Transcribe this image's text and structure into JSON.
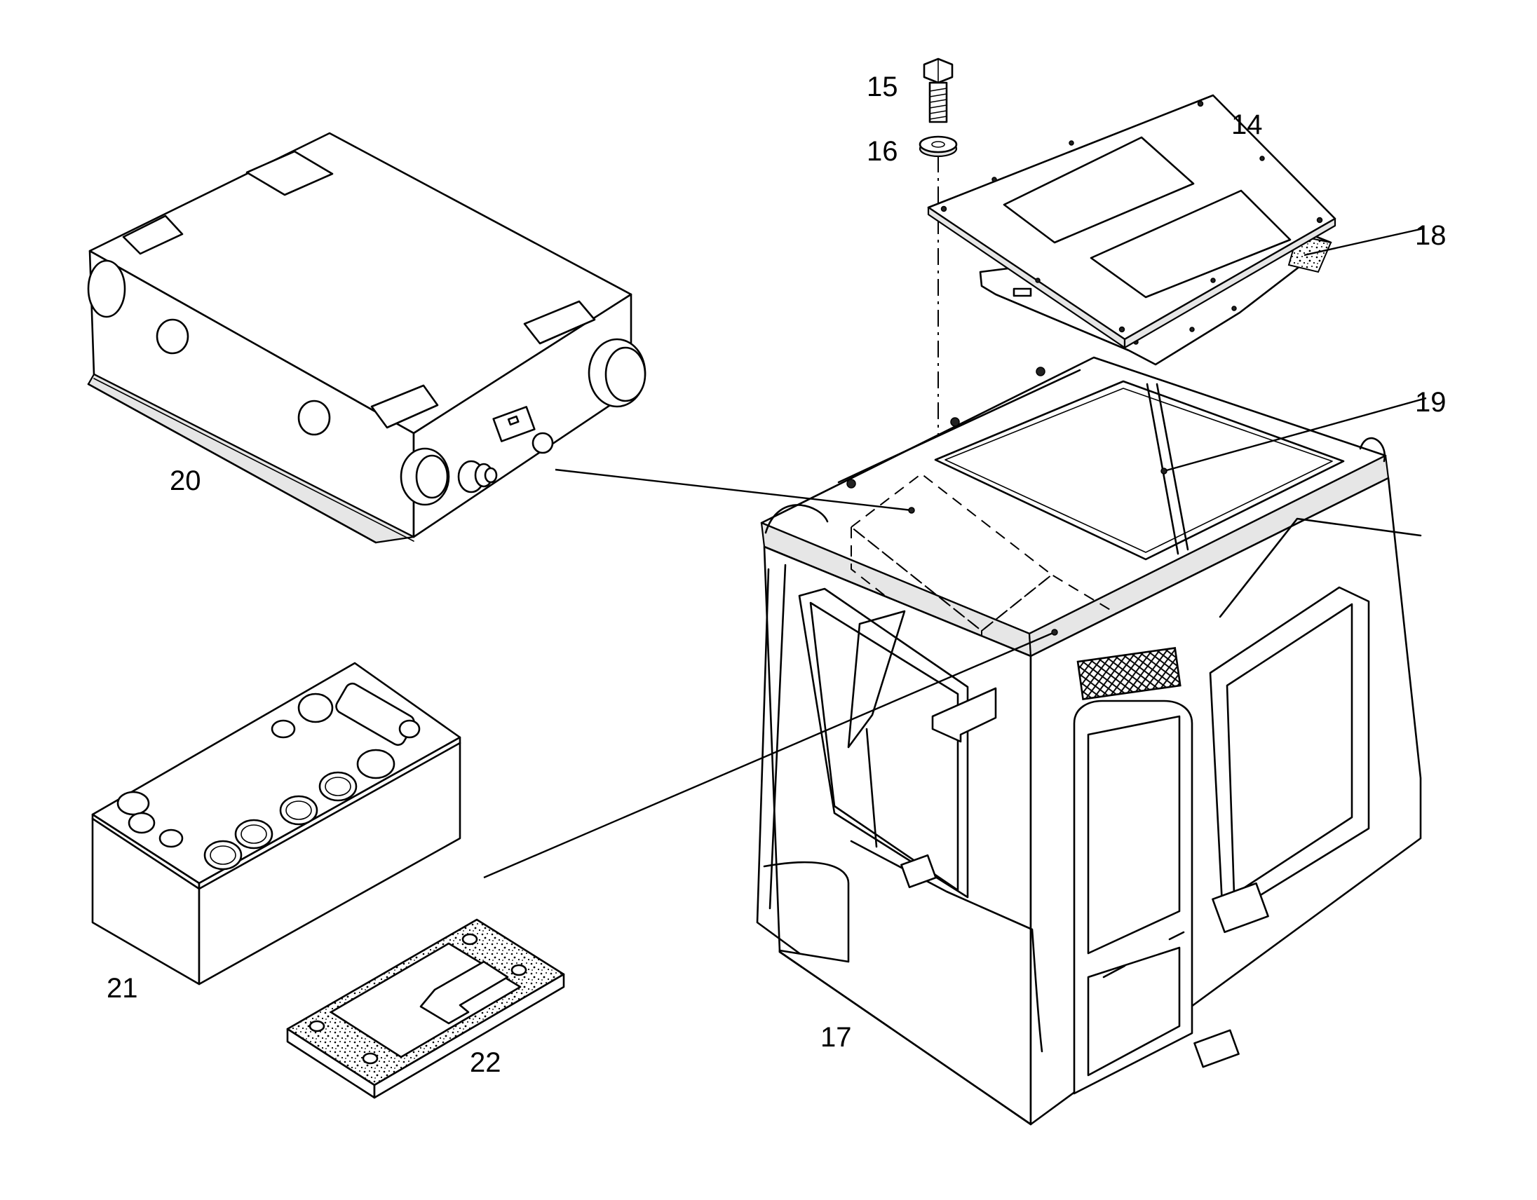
{
  "diagram": {
    "part_numbers": {
      "p14": "14",
      "p15": "15",
      "p16": "16",
      "p17": "17",
      "p18": "18",
      "p19": "19",
      "p20": "20",
      "p21": "21",
      "p22": "22"
    },
    "parts": [
      {
        "number": "14",
        "name": "roof-panel"
      },
      {
        "number": "15",
        "name": "bolt"
      },
      {
        "number": "16",
        "name": "washer"
      },
      {
        "number": "17",
        "name": "cab"
      },
      {
        "number": "18",
        "name": "roof-seal"
      },
      {
        "number": "19",
        "name": "roof-support"
      },
      {
        "number": "20",
        "name": "heater-unit"
      },
      {
        "number": "21",
        "name": "battery"
      },
      {
        "number": "22",
        "name": "mounting-pad"
      }
    ]
  }
}
